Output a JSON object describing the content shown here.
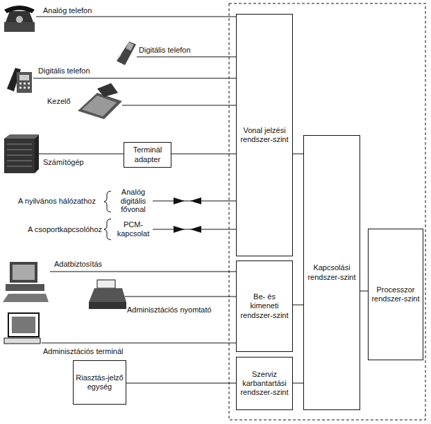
{
  "diagram": {
    "nodes": [
      {
        "text": [
          "Vonal jelzési rendszer-szint"
        ]
      },
      {
        "text": [
          "Terminál adapter"
        ]
      },
      {
        "text": [
          "Kapcsolási rendszer-szint"
        ]
      },
      {
        "text": [
          "Processzor rendszer-szint"
        ]
      },
      {
        "text": [
          "Be- és kimeneti rendszer-szint"
        ]
      },
      {
        "text": [
          "Szerviz karbantartási rendszer-szint"
        ]
      },
      {
        "text": [
          "Riasztás-jelző egység"
        ]
      }
    ],
    "edges": [
      {
        "from": 1,
        "to": 0,
        "arrow": "none"
      },
      {
        "from": 0,
        "to": 2,
        "arrow": "none"
      },
      {
        "from": 4,
        "to": 2,
        "arrow": "none"
      },
      {
        "from": 5,
        "to": 2,
        "arrow": "none"
      },
      {
        "from": 2,
        "to": 3,
        "arrow": "none"
      },
      {
        "from": 6,
        "to": 5,
        "arrow": "none"
      }
    ],
    "labels": [
      "Analóg telefon",
      "Digitális telefon",
      "Digitális telefon",
      "Kezelő",
      "Számítógép",
      "A nyilvános hálózathoz",
      "Analóg digitális fővonal",
      "A csoportkapcsolóhoz",
      "PCM-kapcsolat",
      "Adatbiztosítás",
      "Adminisztációs nyomtató",
      "Adminisztációs terminál"
    ]
  }
}
